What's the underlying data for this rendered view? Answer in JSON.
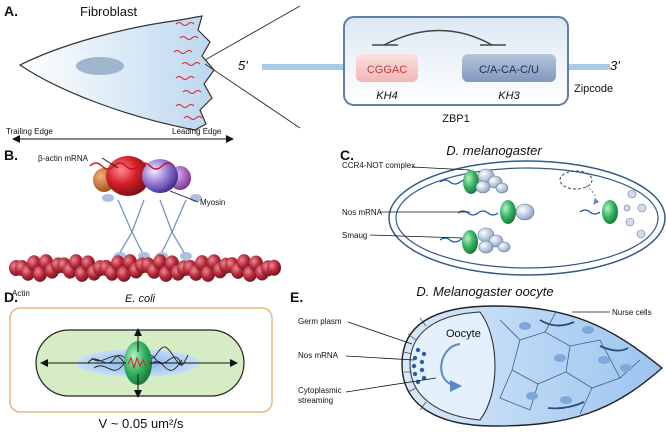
{
  "panel_labels": {
    "a": "A.",
    "b": "B.",
    "c": "C.",
    "d": "D.",
    "e": "E."
  },
  "panel_a": {
    "cell": "Fibroblast",
    "five_prime": "5'",
    "three_prime": "3'",
    "motif_kh4": "CGGAC",
    "motif_kh3": "C/A-CA-C/U",
    "domain_kh4": "KH4",
    "domain_kh3": "KH3",
    "zipcode": "Zipcode",
    "protein": "ZBP1",
    "trailing_edge": "Trailing Edge",
    "leading_edge": "Leading Edge"
  },
  "panel_b": {
    "mrna": "β-actin mRNA",
    "myosin": "Myosin",
    "actin": "Actin"
  },
  "panel_c": {
    "title": "D. melanogaster",
    "ccr4": "CCR4-NOT complex",
    "nos": "Nos mRNA",
    "smaug": "Smaug"
  },
  "panel_d": {
    "title": "E. coli",
    "velocity": "V ~ 0.05 um²/s"
  },
  "panel_e": {
    "title": "D. Melanogaster oocyte",
    "germ": "Germ plasm",
    "nos": "Nos mRNA",
    "stream1": "Cytoplasmic",
    "stream2": "streaming",
    "oocyte": "Oocyte",
    "nurse": "Nurse cells"
  },
  "colors": {
    "rna_line": "#a9cbe6",
    "protein_box": "#5f7fa3",
    "kh4_fill": "#f6c4c4",
    "kh3_fill": "#93a9c8",
    "actin": "#b7293a",
    "nos_green": "#2f9e57",
    "ecoli_fill": "#d5ecc4",
    "ecoli_border": "#e9b77e",
    "oocyte_fill": "#b3d4f4"
  }
}
